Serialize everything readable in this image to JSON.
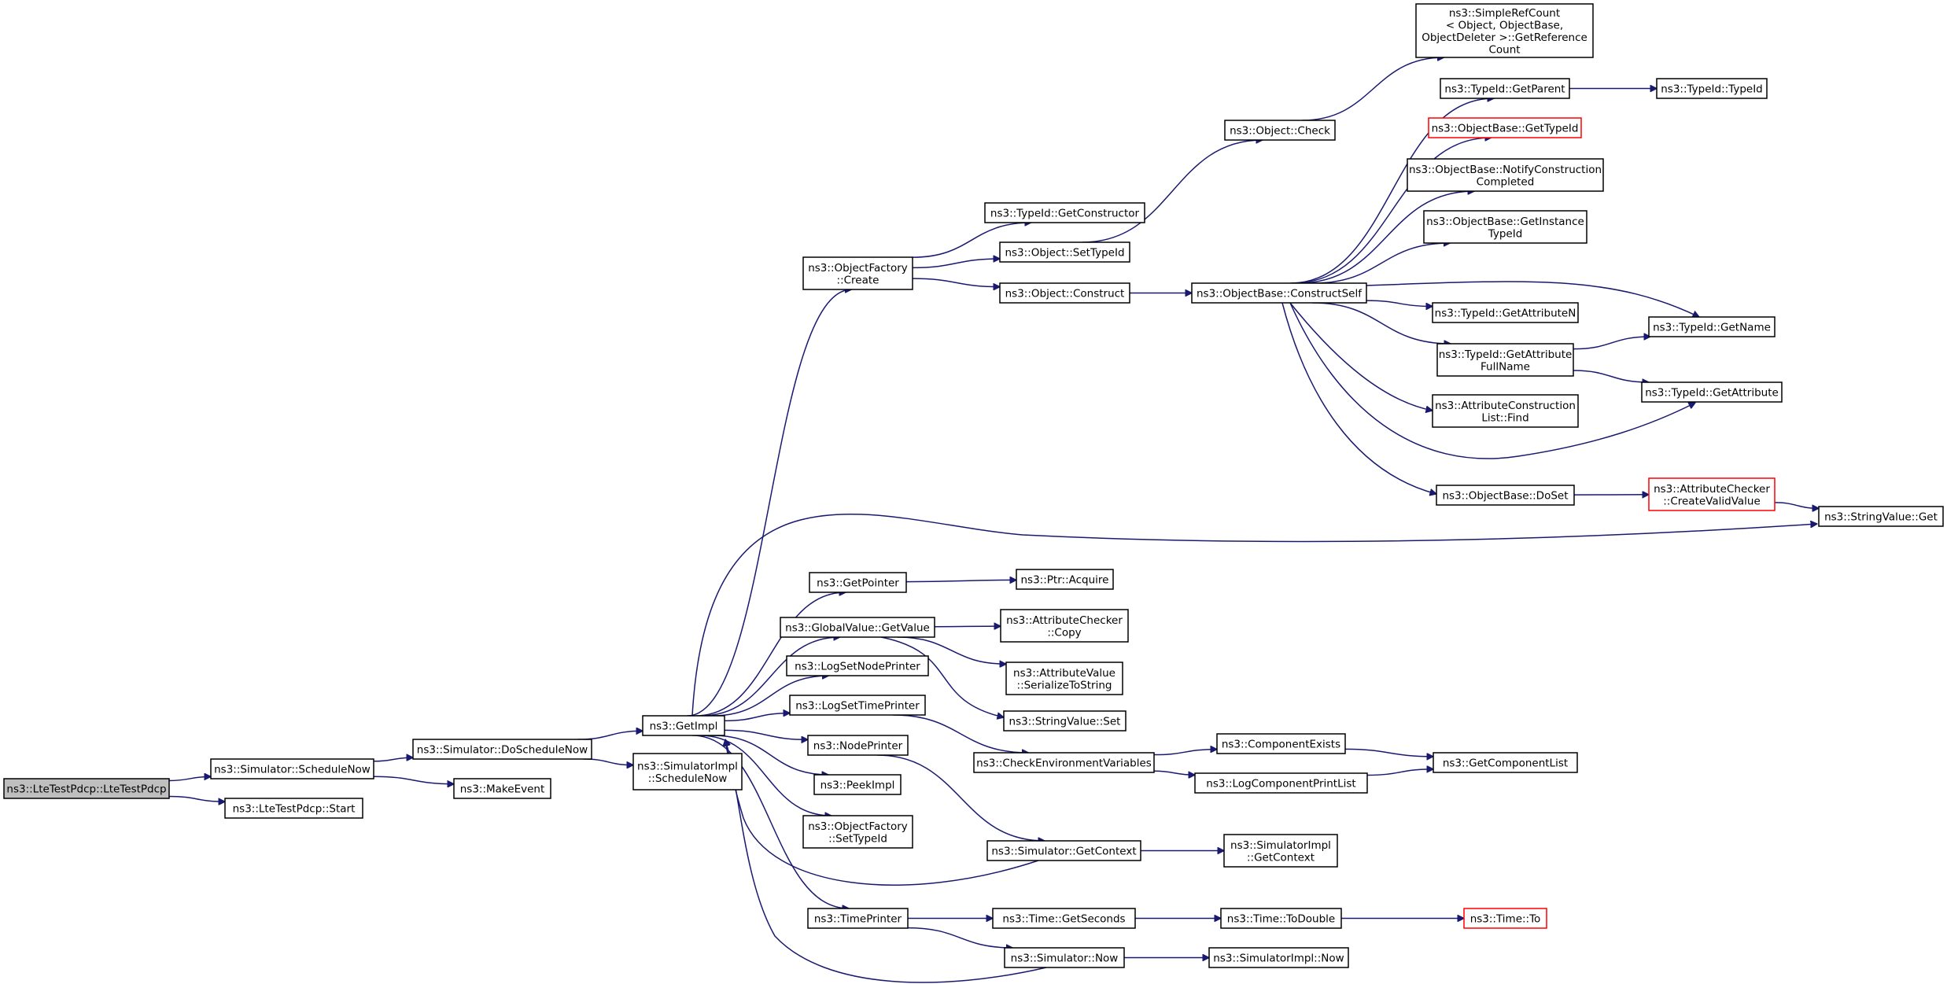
{
  "nodes": [
    {
      "id": "root",
      "lines": [
        "ns3::LteTestPdcp::LteTestPdcp"
      ],
      "style": "root"
    },
    {
      "id": "sched_now",
      "lines": [
        "ns3::Simulator::ScheduleNow"
      ]
    },
    {
      "id": "start",
      "lines": [
        "ns3::LteTestPdcp::Start"
      ]
    },
    {
      "id": "do_sched",
      "lines": [
        "ns3::Simulator::DoScheduleNow"
      ]
    },
    {
      "id": "make_event",
      "lines": [
        "ns3::MakeEvent"
      ]
    },
    {
      "id": "getimpl",
      "lines": [
        "ns3::GetImpl"
      ]
    },
    {
      "id": "simimpl_sched",
      "lines": [
        "ns3::SimulatorImpl",
        "::ScheduleNow"
      ]
    },
    {
      "id": "of_create",
      "lines": [
        "ns3::ObjectFactory",
        "::Create"
      ]
    },
    {
      "id": "getpointer",
      "lines": [
        "ns3::GetPointer"
      ]
    },
    {
      "id": "gv_getvalue",
      "lines": [
        "ns3::GlobalValue::GetValue"
      ]
    },
    {
      "id": "logsetnode",
      "lines": [
        "ns3::LogSetNodePrinter"
      ]
    },
    {
      "id": "logsettime",
      "lines": [
        "ns3::LogSetTimePrinter"
      ]
    },
    {
      "id": "nodeprinter",
      "lines": [
        "ns3::NodePrinter"
      ]
    },
    {
      "id": "peekimpl",
      "lines": [
        "ns3::PeekImpl"
      ]
    },
    {
      "id": "of_settypeid",
      "lines": [
        "ns3::ObjectFactory",
        "::SetTypeId"
      ]
    },
    {
      "id": "timeprinter",
      "lines": [
        "ns3::TimePrinter"
      ]
    },
    {
      "id": "tid_getctor",
      "lines": [
        "ns3::TypeId::GetConstructor"
      ]
    },
    {
      "id": "obj_settypeid",
      "lines": [
        "ns3::Object::SetTypeId"
      ]
    },
    {
      "id": "obj_construct",
      "lines": [
        "ns3::Object::Construct"
      ]
    },
    {
      "id": "ptr_acquire",
      "lines": [
        "ns3::Ptr::Acquire"
      ]
    },
    {
      "id": "ac_copy",
      "lines": [
        "ns3::AttributeChecker",
        "::Copy"
      ]
    },
    {
      "id": "av_ser",
      "lines": [
        "ns3::AttributeValue",
        "::SerializeToString"
      ]
    },
    {
      "id": "sv_set",
      "lines": [
        "ns3::StringValue::Set"
      ]
    },
    {
      "id": "check_env",
      "lines": [
        "ns3::CheckEnvironmentVariables"
      ]
    },
    {
      "id": "sim_getctx",
      "lines": [
        "ns3::Simulator::GetContext"
      ]
    },
    {
      "id": "time_getsec",
      "lines": [
        "ns3::Time::GetSeconds"
      ]
    },
    {
      "id": "sim_now",
      "lines": [
        "ns3::Simulator::Now"
      ]
    },
    {
      "id": "obj_check",
      "lines": [
        "ns3::Object::Check"
      ]
    },
    {
      "id": "ob_constructself",
      "lines": [
        "ns3::ObjectBase::ConstructSelf"
      ]
    },
    {
      "id": "comp_exists",
      "lines": [
        "ns3::ComponentExists"
      ]
    },
    {
      "id": "log_comp_print",
      "lines": [
        "ns3::LogComponentPrintList"
      ]
    },
    {
      "id": "simimpl_getctx",
      "lines": [
        "ns3::SimulatorImpl",
        "::GetContext"
      ]
    },
    {
      "id": "time_todouble",
      "lines": [
        "ns3::Time::ToDouble"
      ]
    },
    {
      "id": "simimpl_now",
      "lines": [
        "ns3::SimulatorImpl::Now"
      ]
    },
    {
      "id": "srefcount",
      "lines": [
        "ns3::SimpleRefCount",
        "< Object, ObjectBase,",
        "ObjectDeleter >::GetReference",
        "Count"
      ]
    },
    {
      "id": "tid_getparent",
      "lines": [
        "ns3::TypeId::GetParent"
      ]
    },
    {
      "id": "ob_gettypeid",
      "lines": [
        "ns3::ObjectBase::GetTypeId"
      ],
      "style": "red"
    },
    {
      "id": "ob_notify",
      "lines": [
        "ns3::ObjectBase::NotifyConstruction",
        "Completed"
      ]
    },
    {
      "id": "ob_getinst",
      "lines": [
        "ns3::ObjectBase::GetInstance",
        "TypeId"
      ]
    },
    {
      "id": "tid_getattrn",
      "lines": [
        "ns3::TypeId::GetAttributeN"
      ]
    },
    {
      "id": "tid_getattrfull",
      "lines": [
        "ns3::TypeId::GetAttribute",
        "FullName"
      ]
    },
    {
      "id": "acl_find",
      "lines": [
        "ns3::AttributeConstruction",
        "List::Find"
      ]
    },
    {
      "id": "ob_doset",
      "lines": [
        "ns3::ObjectBase::DoSet"
      ]
    },
    {
      "id": "get_comp_list",
      "lines": [
        "ns3::GetComponentList"
      ]
    },
    {
      "id": "time_to",
      "lines": [
        "ns3::Time::To"
      ],
      "style": "red"
    },
    {
      "id": "tid_typeid",
      "lines": [
        "ns3::TypeId::TypeId"
      ]
    },
    {
      "id": "tid_getname",
      "lines": [
        "ns3::TypeId::GetName"
      ]
    },
    {
      "id": "tid_getattr",
      "lines": [
        "ns3::TypeId::GetAttribute"
      ]
    },
    {
      "id": "ac_createvalid",
      "lines": [
        "ns3::AttributeChecker",
        "::CreateValidValue"
      ],
      "style": "red"
    },
    {
      "id": "sv_get",
      "lines": [
        "ns3::StringValue::Get"
      ]
    }
  ],
  "edges": [
    [
      "root",
      "sched_now"
    ],
    [
      "root",
      "start"
    ],
    [
      "sched_now",
      "do_sched"
    ],
    [
      "sched_now",
      "make_event"
    ],
    [
      "do_sched",
      "getimpl"
    ],
    [
      "do_sched",
      "simimpl_sched"
    ],
    [
      "getimpl",
      "of_create"
    ],
    [
      "getimpl",
      "sv_get"
    ],
    [
      "getimpl",
      "getpointer"
    ],
    [
      "getimpl",
      "gv_getvalue"
    ],
    [
      "getimpl",
      "logsetnode"
    ],
    [
      "getimpl",
      "logsettime"
    ],
    [
      "getimpl",
      "nodeprinter"
    ],
    [
      "getimpl",
      "peekimpl"
    ],
    [
      "getimpl",
      "of_settypeid"
    ],
    [
      "getimpl",
      "timeprinter"
    ],
    [
      "of_create",
      "tid_getctor"
    ],
    [
      "of_create",
      "obj_settypeid"
    ],
    [
      "of_create",
      "obj_construct"
    ],
    [
      "obj_settypeid",
      "obj_check"
    ],
    [
      "obj_check",
      "srefcount"
    ],
    [
      "obj_construct",
      "ob_constructself"
    ],
    [
      "ob_constructself",
      "tid_getparent"
    ],
    [
      "ob_constructself",
      "ob_gettypeid"
    ],
    [
      "ob_constructself",
      "ob_notify"
    ],
    [
      "ob_constructself",
      "ob_getinst"
    ],
    [
      "ob_constructself",
      "tid_getname"
    ],
    [
      "ob_constructself",
      "tid_getattrn"
    ],
    [
      "ob_constructself",
      "tid_getattrfull"
    ],
    [
      "ob_constructself",
      "acl_find"
    ],
    [
      "ob_constructself",
      "tid_getattr"
    ],
    [
      "ob_constructself",
      "ob_doset"
    ],
    [
      "tid_getparent",
      "tid_typeid"
    ],
    [
      "tid_getattrfull",
      "tid_getname"
    ],
    [
      "tid_getattrfull",
      "tid_getattr"
    ],
    [
      "ob_doset",
      "ac_createvalid"
    ],
    [
      "ac_createvalid",
      "sv_get"
    ],
    [
      "getpointer",
      "ptr_acquire"
    ],
    [
      "gv_getvalue",
      "ac_copy"
    ],
    [
      "gv_getvalue",
      "av_ser"
    ],
    [
      "gv_getvalue",
      "sv_set"
    ],
    [
      "logsettime",
      "check_env"
    ],
    [
      "check_env",
      "comp_exists"
    ],
    [
      "check_env",
      "log_comp_print"
    ],
    [
      "comp_exists",
      "get_comp_list"
    ],
    [
      "log_comp_print",
      "get_comp_list"
    ],
    [
      "nodeprinter",
      "sim_getctx"
    ],
    [
      "sim_getctx",
      "getimpl"
    ],
    [
      "sim_getctx",
      "simimpl_getctx"
    ],
    [
      "timeprinter",
      "time_getsec"
    ],
    [
      "timeprinter",
      "sim_now"
    ],
    [
      "time_getsec",
      "time_todouble"
    ],
    [
      "time_todouble",
      "time_to"
    ],
    [
      "sim_now",
      "getimpl"
    ],
    [
      "sim_now",
      "simimpl_now"
    ]
  ]
}
